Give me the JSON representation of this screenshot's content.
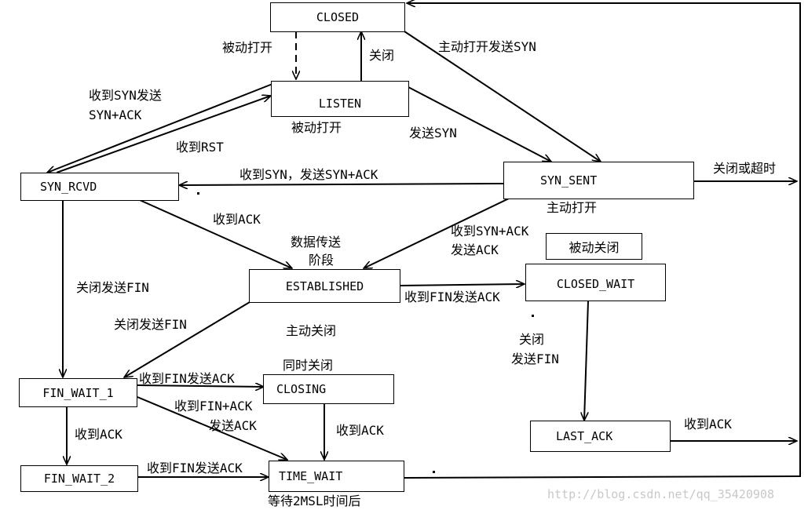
{
  "states": {
    "closed": "CLOSED",
    "listen": "LISTEN",
    "syn_rcvd": "SYN_RCVD",
    "syn_sent": "SYN_SENT",
    "established": "ESTABLISHED",
    "closed_wait": "CLOSED_WAIT",
    "fin_wait_1": "FIN_WAIT_1",
    "closing": "CLOSING",
    "fin_wait_2": "FIN_WAIT_2",
    "time_wait": "TIME_WAIT",
    "last_ack": "LAST_ACK"
  },
  "notes": {
    "passive_close_box": "被动关闭"
  },
  "labels": {
    "passive_open_top": "被动打开",
    "close_top": "关闭",
    "active_open_send_syn": "主动打开发送SYN",
    "recv_syn_send_1": "收到SYN发送",
    "recv_syn_send_2": "SYN+ACK",
    "passive_open_listen": "被动打开",
    "send_syn": "发送SYN",
    "recv_rst": "收到RST",
    "recv_syn_send_synack": "收到SYN，发送SYN+ACK",
    "close_or_timeout": "关闭或超时",
    "active_open": "主动打开",
    "recv_ack_1": "收到ACK",
    "data_transfer_1": "数据传送",
    "data_transfer_2": "阶段",
    "recv_synack_1": "收到SYN+ACK",
    "recv_synack_2": "发送ACK",
    "close_send_fin_left": "关闭发送FIN",
    "recv_fin_send_ack_est": "收到FIN发送ACK",
    "close_send_fin_est": "关闭发送FIN",
    "active_close": "主动关闭",
    "close_cw_1": "关闭",
    "close_cw_2": "发送FIN",
    "simultaneous_close": "同时关闭",
    "recv_fin_send_ack_fw1": "收到FIN发送ACK",
    "recv_finack_1": "收到FIN+ACK",
    "recv_finack_2": "发送ACK",
    "recv_ack_fw1": "收到ACK",
    "recv_ack_closing": "收到ACK",
    "recv_ack_lastack": "收到ACK",
    "recv_fin_send_ack_fw2": "收到FIN发送ACK",
    "wait_2msl": "等待2MSL时间后"
  },
  "watermark": "http://blog.csdn.net/qq_35420908"
}
